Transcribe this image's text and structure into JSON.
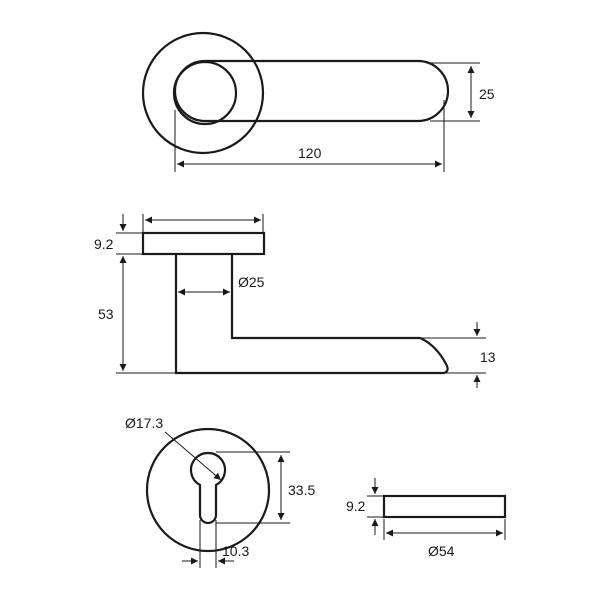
{
  "dimensions": {
    "lever_length": "120",
    "lever_width": "25",
    "rose_thickness_side": "9.2",
    "spindle_height": "53",
    "spindle_diameter": "Ø25",
    "lever_end_thickness": "13",
    "keyhole_diameter": "Ø17.3",
    "keyhole_height": "33.5",
    "keyhole_slot_width": "10.3",
    "escutcheon_thickness": "9.2",
    "escutcheon_diameter": "Ø54"
  }
}
